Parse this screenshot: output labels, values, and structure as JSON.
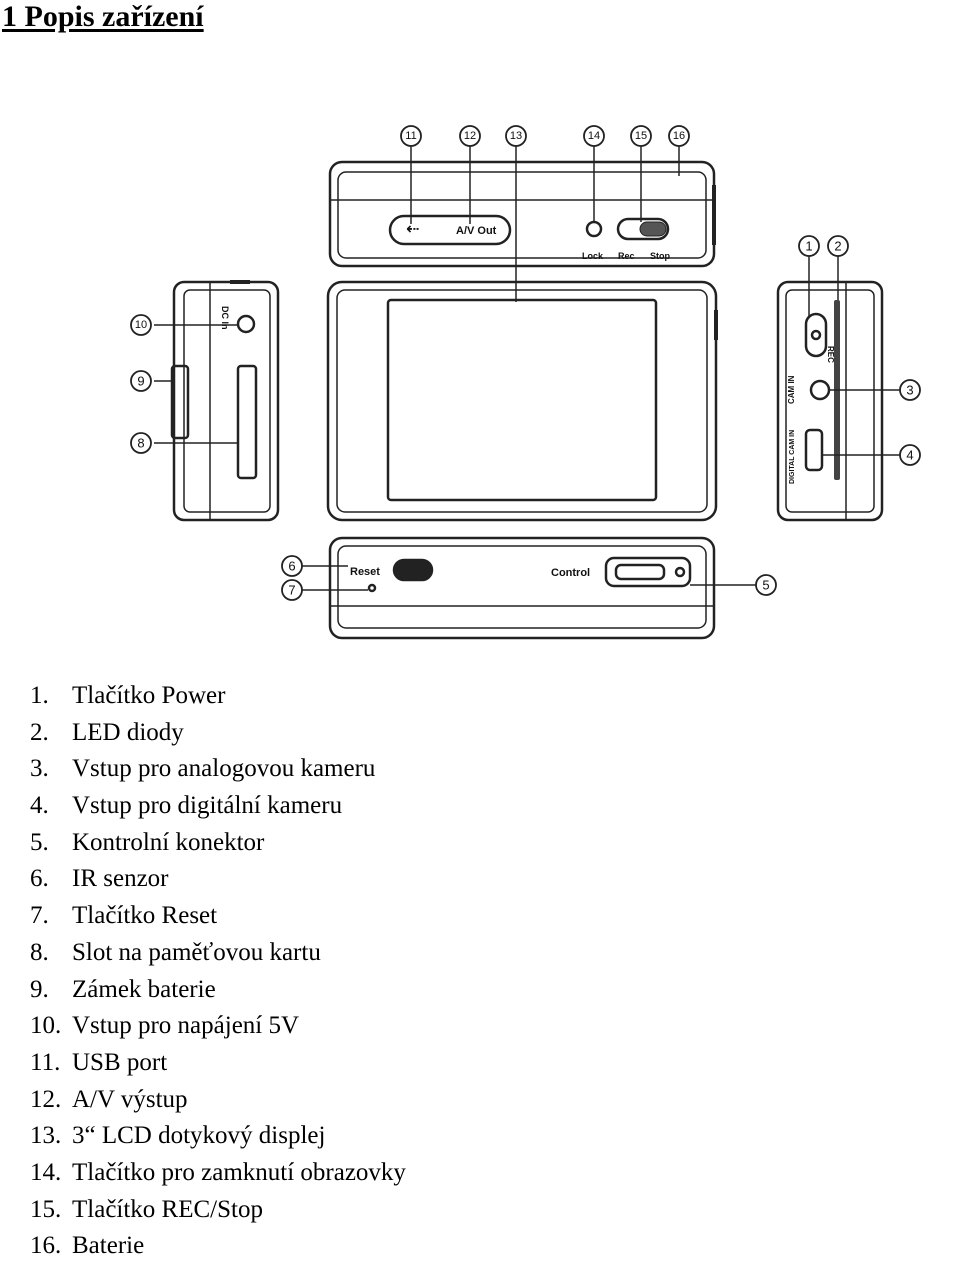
{
  "heading": "1 Popis zařízení",
  "diagram": {
    "callouts": [
      "1",
      "2",
      "3",
      "4",
      "5",
      "6",
      "7",
      "8",
      "9",
      "10",
      "11",
      "12",
      "13",
      "14",
      "15",
      "16"
    ],
    "labels": {
      "usb": "⇠",
      "av_out": "A/V Out",
      "lock": "Lock",
      "rec": "Rec",
      "stop": "Stop",
      "dc_in": "DC In",
      "rec_vertical": "REC",
      "cam_in": "CAM IN",
      "digital_cam_in": "DIGITAL CAM IN",
      "reset": "Reset",
      "control": "Control"
    }
  },
  "legend": [
    {
      "num": "1.",
      "text": "Tlačítko Power"
    },
    {
      "num": "2.",
      "text": "LED diody"
    },
    {
      "num": "3.",
      "text": "Vstup pro analogovou kameru"
    },
    {
      "num": "4.",
      "text": "Vstup pro digitální kameru"
    },
    {
      "num": "5.",
      "text": "Kontrolní konektor"
    },
    {
      "num": "6.",
      "text": "IR senzor"
    },
    {
      "num": "7.",
      "text": "Tlačítko Reset"
    },
    {
      "num": "8.",
      "text": "Slot na paměťovou kartu"
    },
    {
      "num": "9.",
      "text": "Zámek baterie"
    },
    {
      "num": "10.",
      "text": "Vstup pro napájení 5V"
    },
    {
      "num": "11.",
      "text": "USB port"
    },
    {
      "num": "12.",
      "text": "A/V výstup"
    },
    {
      "num": "13.",
      "text": "3“ LCD dotykový displej"
    },
    {
      "num": "14.",
      "text": "Tlačítko pro zamknutí obrazovky"
    },
    {
      "num": "15.",
      "text": "Tlačítko REC/Stop"
    },
    {
      "num": "16.",
      "text": "Baterie"
    }
  ]
}
